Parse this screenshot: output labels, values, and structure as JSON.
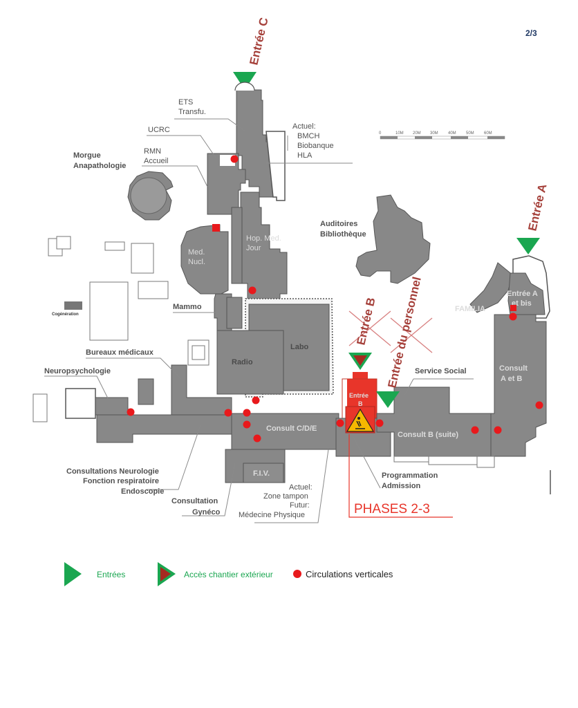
{
  "page_number": "2/3",
  "entrances": {
    "c": "Entrée C",
    "a": "Entrée A",
    "b": "Entrée B",
    "personnel": "Entrée du personnel"
  },
  "labels": {
    "ets": [
      "ETS",
      "Transfu."
    ],
    "ucrc": "UCRC",
    "rmn": [
      "RMN",
      "Accueil"
    ],
    "morgue": [
      "Morgue",
      "Anapathologie"
    ],
    "actuel": [
      "Actuel:",
      "BMCH",
      "Biobanque",
      "HLA"
    ],
    "auditoires": [
      "Auditoires",
      "Bibliothèque"
    ],
    "med_nucl": [
      "Med.",
      "Nucl."
    ],
    "hop_med": [
      "Hop. Med.",
      "Jour"
    ],
    "cogeneration": "Cogénération",
    "mammo": "Mammo",
    "labo": "Labo",
    "radio": "Radio",
    "familia": "FAMILIA",
    "entree_a_bis": [
      "Entrée A",
      "et bis"
    ],
    "consult_ab": [
      "Consult",
      "A et B"
    ],
    "bureaux": "Bureaux médicaux",
    "neuropsy": "Neuropsychologie",
    "service_social": "Service Social",
    "chantier": [
      "Entrée",
      "B"
    ],
    "consult_cde": "Consult C/D/E",
    "consult_b_suite": "Consult B (suite)",
    "fiv": "F.I.V.",
    "consult_neuro": [
      "Consultations Neurologie",
      "Fonction respiratoire",
      "Endoscopie"
    ],
    "consult_gyneco": [
      "Consultation",
      "Gynéco"
    ],
    "zone_tampon": [
      "Actuel:",
      "Zone tampon",
      "Futur:",
      "Médecine Physique"
    ],
    "programmation": [
      "Programmation",
      "Admission"
    ],
    "phases": "PHASES 2-3"
  },
  "scale_bar": [
    "0",
    "10M",
    "20M",
    "30M",
    "40M",
    "50M",
    "60M"
  ],
  "legend": {
    "entrees": "Entrées",
    "acces_chantier": "Accès chantier extérieur",
    "circulations": "Circulations verticales"
  },
  "colors": {
    "building": "#888888",
    "entrance": "#1aa650",
    "dot": "#e8191c",
    "entrance_text": "#a5403a",
    "worksite": "#e8352a"
  }
}
